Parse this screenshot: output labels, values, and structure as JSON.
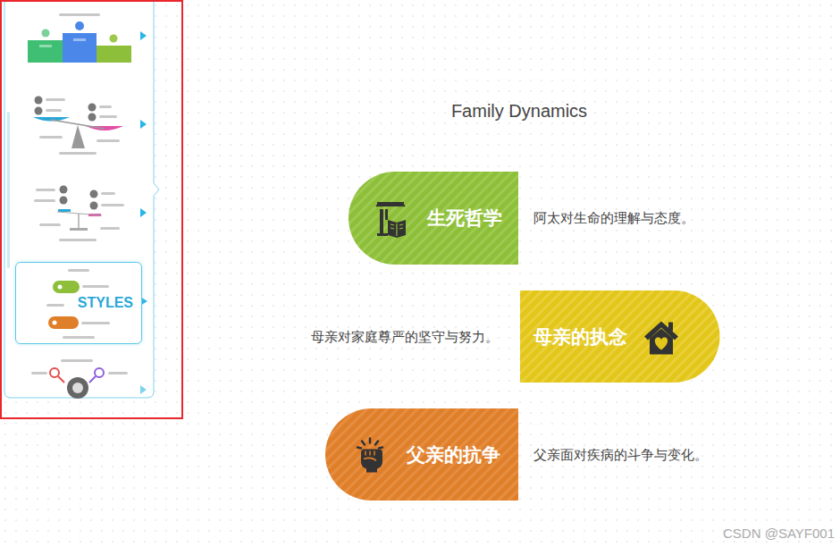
{
  "diagram": {
    "title": "Family Dynamics",
    "nodes": [
      {
        "text": [
          "生死哲学",
          "阿太对生命的理解与态度。"
        ]
      },
      {
        "text": [
          "母亲的执念",
          "母亲对家庭尊严的坚守与努力。"
        ]
      },
      {
        "text": [
          "父亲的抗争",
          "父亲面对疾病的斗争与变化。"
        ]
      },
      {
        "text": [
          "STYLES"
        ]
      }
    ],
    "labels": [
      "CSDN @SAYF001"
    ]
  }
}
